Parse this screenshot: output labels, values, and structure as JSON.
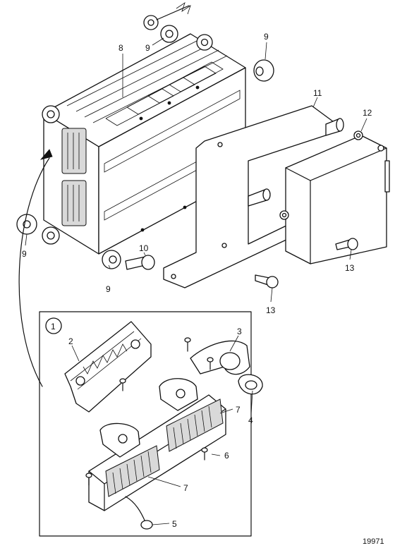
{
  "diagram": {
    "reference_number": "19971",
    "detail_marker": "1",
    "callouts": {
      "c2": "2",
      "c3": "3",
      "c4": "4",
      "c5": "5",
      "c6": "6",
      "c7a": "7",
      "c7b": "7",
      "c8": "8",
      "c9a": "9",
      "c9b": "9",
      "c9c": "9",
      "c9d": "9",
      "c10": "10",
      "c11": "11",
      "c12": "12",
      "c13a": "13",
      "c13b": "13"
    }
  }
}
